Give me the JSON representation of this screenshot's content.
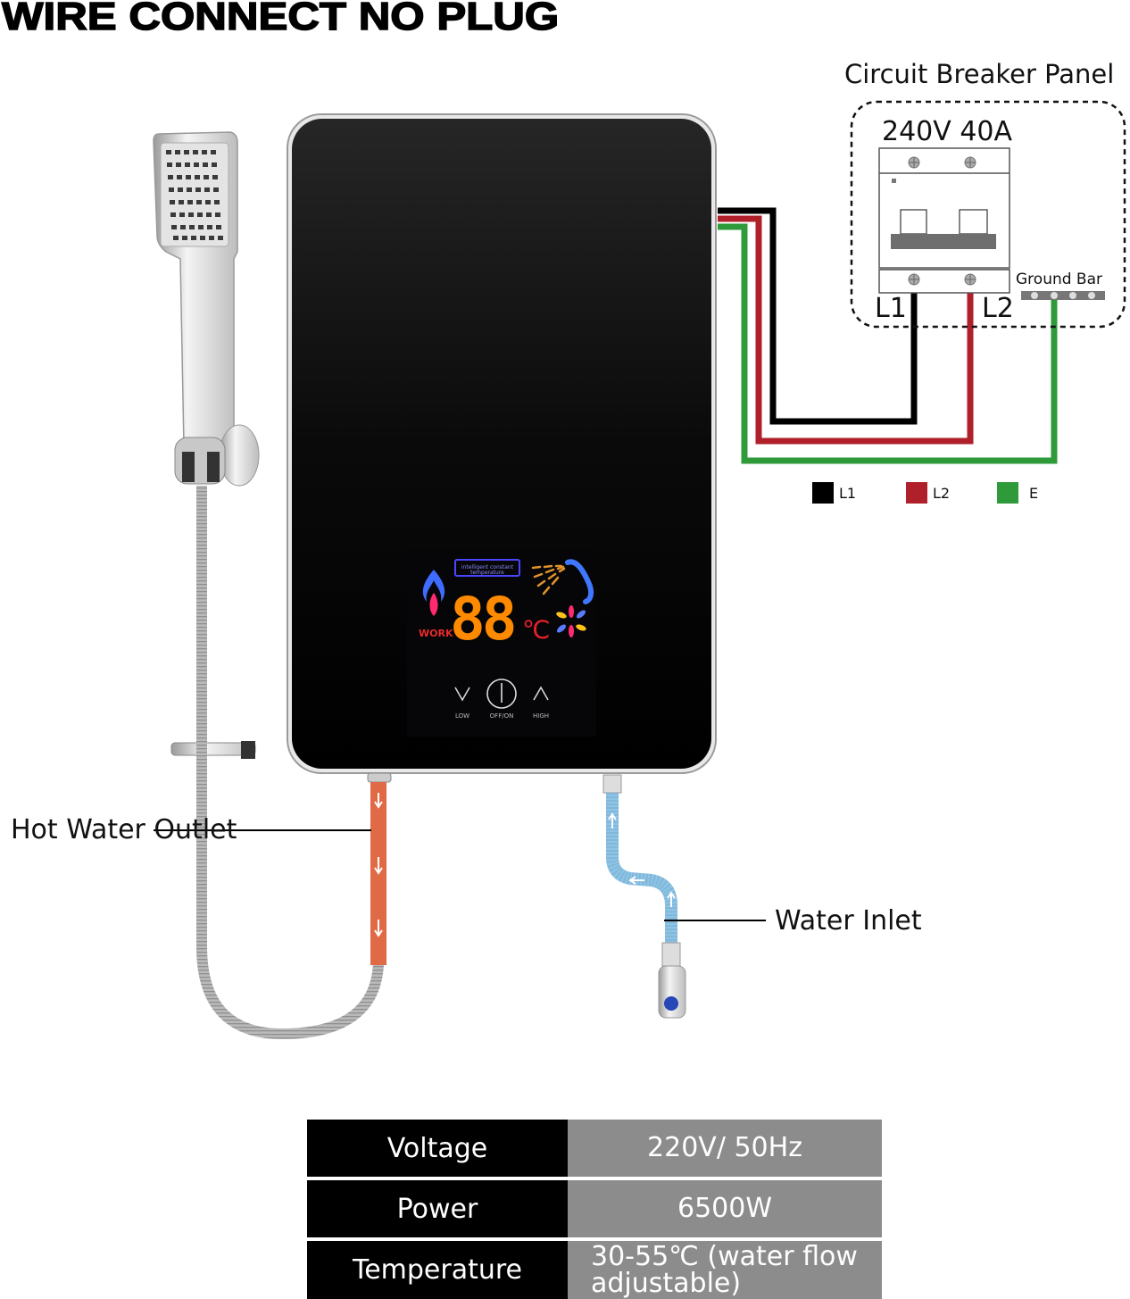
{
  "title": "WIRE CONNECT NO PLUG",
  "circuit_breaker_panel": {
    "title": "Circuit Breaker Panel",
    "rating": "240V 40A",
    "terminal_left": "L1",
    "terminal_right": "L2",
    "ground_bar_label": "Ground Bar"
  },
  "wire_legend": [
    {
      "label": "L1",
      "color": "#000000"
    },
    {
      "label": "L2",
      "color": "#b0202a"
    },
    {
      "label": "E",
      "color": "#2e9a3a"
    }
  ],
  "heater_display": {
    "badge": "intelligent constant temperature",
    "temperature_digits": "88",
    "unit": "℃",
    "status": "WORK",
    "buttons": [
      {
        "label": "LOW",
        "symbol": "chevron-down"
      },
      {
        "label": "OFF/ON",
        "symbol": "power"
      },
      {
        "label": "HIGH",
        "symbol": "chevron-up"
      }
    ]
  },
  "callouts": {
    "hot_water_outlet": "Hot Water Outlet",
    "water_inlet": "Water Inlet"
  },
  "specs": [
    {
      "key": "Voltage",
      "value": "220V/ 50Hz"
    },
    {
      "key": "Power",
      "value": "6500W"
    },
    {
      "key": "Temperature",
      "value": "30-55℃ (water flow adjustable)"
    }
  ],
  "colors": {
    "heater_body": "#121212",
    "led_orange": "#ff8a00",
    "led_red": "#e8202a",
    "led_blue": "#3b5bff",
    "hot_pipe": "#e06a45",
    "cold_pipe": "#8ec4e6",
    "spec_key_bg": "#000000",
    "spec_val_bg": "#8c8c8c"
  }
}
